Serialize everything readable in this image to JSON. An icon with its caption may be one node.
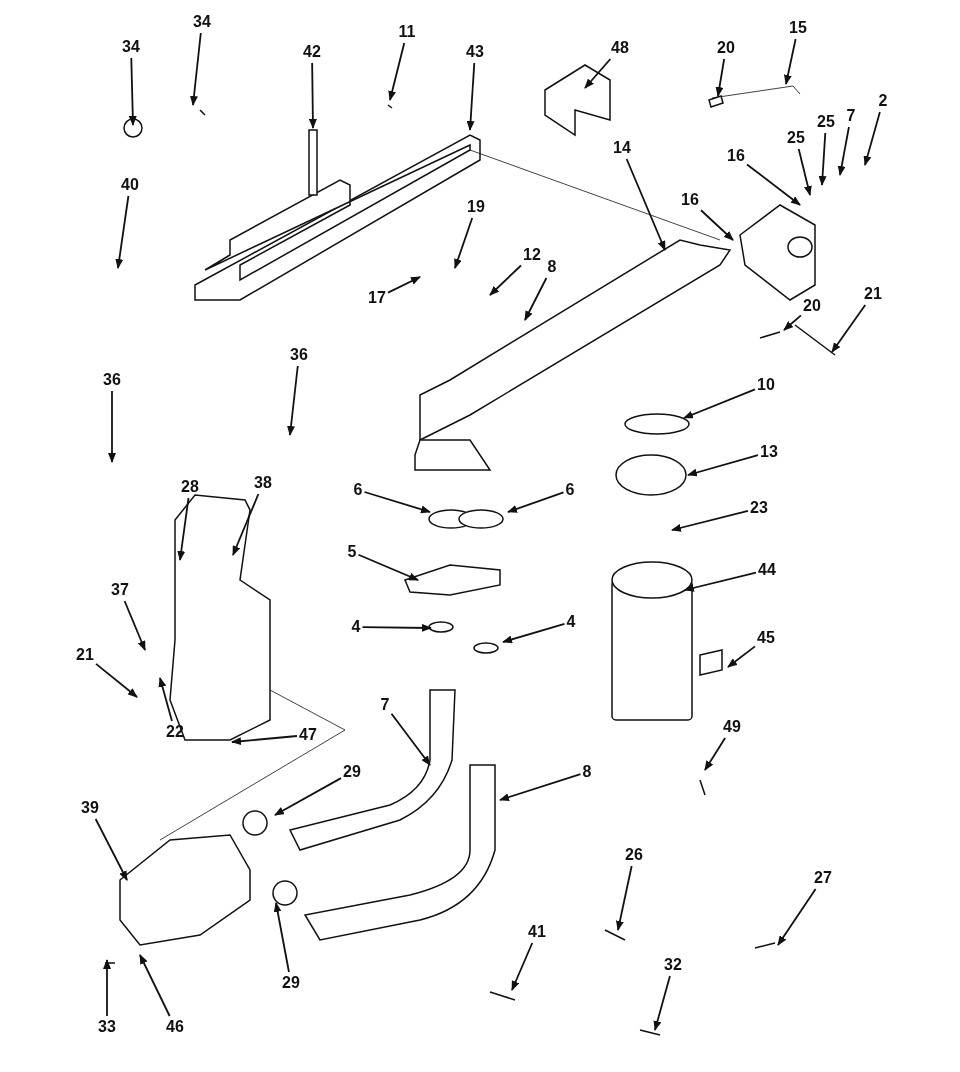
{
  "diagram": {
    "nodes": [
      {
        "text": [
          "34"
        ]
      },
      {
        "text": [
          "11"
        ]
      },
      {
        "text": [
          "15"
        ]
      },
      {
        "text": [
          "34"
        ]
      },
      {
        "text": [
          "48"
        ]
      },
      {
        "text": [
          "42"
        ]
      },
      {
        "text": [
          "43"
        ]
      },
      {
        "text": [
          "20"
        ]
      },
      {
        "text": [
          "2"
        ]
      },
      {
        "text": [
          "7"
        ]
      },
      {
        "text": [
          "25"
        ]
      },
      {
        "text": [
          "25"
        ]
      },
      {
        "text": [
          "14"
        ]
      },
      {
        "text": [
          "16"
        ]
      },
      {
        "text": [
          "40"
        ]
      },
      {
        "text": [
          "16"
        ]
      },
      {
        "text": [
          "19"
        ]
      },
      {
        "text": [
          "12"
        ]
      },
      {
        "text": [
          "8"
        ]
      },
      {
        "text": [
          "21"
        ]
      },
      {
        "text": [
          "17"
        ]
      },
      {
        "text": [
          "20"
        ]
      },
      {
        "text": [
          "36"
        ]
      },
      {
        "text": [
          "36"
        ]
      },
      {
        "text": [
          "10"
        ]
      },
      {
        "text": [
          "13"
        ]
      },
      {
        "text": [
          "38"
        ]
      },
      {
        "text": [
          "28"
        ]
      },
      {
        "text": [
          "6"
        ]
      },
      {
        "text": [
          "6"
        ]
      },
      {
        "text": [
          "23"
        ]
      },
      {
        "text": [
          "5"
        ]
      },
      {
        "text": [
          "44"
        ]
      },
      {
        "text": [
          "37"
        ]
      },
      {
        "text": [
          "4"
        ]
      },
      {
        "text": [
          "4"
        ]
      },
      {
        "text": [
          "45"
        ]
      },
      {
        "text": [
          "21"
        ]
      },
      {
        "text": [
          "7"
        ]
      },
      {
        "text": [
          "49"
        ]
      },
      {
        "text": [
          "22"
        ]
      },
      {
        "text": [
          "47"
        ]
      },
      {
        "text": [
          "8"
        ]
      },
      {
        "text": [
          "29"
        ]
      },
      {
        "text": [
          "39"
        ]
      },
      {
        "text": [
          "26"
        ]
      },
      {
        "text": [
          "27"
        ]
      },
      {
        "text": [
          "41"
        ]
      },
      {
        "text": [
          "32"
        ]
      },
      {
        "text": [
          "29"
        ]
      },
      {
        "text": [
          "33"
        ]
      },
      {
        "text": [
          "46"
        ]
      }
    ],
    "edges": [
      {
        "from": 0,
        "to": null,
        "arrow": "to"
      },
      {
        "from": 1,
        "to": null,
        "arrow": "to"
      },
      {
        "from": 2,
        "to": null,
        "arrow": "to"
      },
      {
        "from": 3,
        "to": null,
        "arrow": "to"
      },
      {
        "from": 4,
        "to": null,
        "arrow": "to"
      },
      {
        "from": 5,
        "to": null,
        "arrow": "to"
      },
      {
        "from": 6,
        "to": null,
        "arrow": "to"
      },
      {
        "from": 7,
        "to": null,
        "arrow": "to"
      },
      {
        "from": 8,
        "to": null,
        "arrow": "to"
      },
      {
        "from": 9,
        "to": null,
        "arrow": "to"
      },
      {
        "from": 10,
        "to": null,
        "arrow": "to"
      },
      {
        "from": 11,
        "to": null,
        "arrow": "to"
      },
      {
        "from": 12,
        "to": null,
        "arrow": "to"
      },
      {
        "from": 13,
        "to": null,
        "arrow": "to"
      },
      {
        "from": 14,
        "to": null,
        "arrow": "to"
      },
      {
        "from": 15,
        "to": null,
        "arrow": "to"
      },
      {
        "from": 16,
        "to": null,
        "arrow": "to"
      },
      {
        "from": 17,
        "to": null,
        "arrow": "to"
      },
      {
        "from": 18,
        "to": null,
        "arrow": "to"
      },
      {
        "from": 19,
        "to": null,
        "arrow": "to"
      },
      {
        "from": 20,
        "to": null,
        "arrow": "to"
      },
      {
        "from": 21,
        "to": null,
        "arrow": "to"
      },
      {
        "from": 22,
        "to": null,
        "arrow": "to"
      },
      {
        "from": 23,
        "to": null,
        "arrow": "to"
      },
      {
        "from": 24,
        "to": null,
        "arrow": "to"
      },
      {
        "from": 25,
        "to": null,
        "arrow": "to"
      },
      {
        "from": 26,
        "to": null,
        "arrow": "to"
      },
      {
        "from": 27,
        "to": null,
        "arrow": "to"
      },
      {
        "from": 28,
        "to": null,
        "arrow": "to"
      },
      {
        "from": 29,
        "to": null,
        "arrow": "to"
      },
      {
        "from": 30,
        "to": null,
        "arrow": "to"
      },
      {
        "from": 31,
        "to": null,
        "arrow": "to"
      },
      {
        "from": 32,
        "to": null,
        "arrow": "to"
      },
      {
        "from": 33,
        "to": null,
        "arrow": "to"
      },
      {
        "from": 34,
        "to": null,
        "arrow": "to"
      },
      {
        "from": 35,
        "to": null,
        "arrow": "to"
      },
      {
        "from": 36,
        "to": null,
        "arrow": "to"
      },
      {
        "from": 37,
        "to": null,
        "arrow": "to"
      },
      {
        "from": 38,
        "to": null,
        "arrow": "to"
      },
      {
        "from": 39,
        "to": null,
        "arrow": "to"
      },
      {
        "from": 40,
        "to": null,
        "arrow": "to"
      },
      {
        "from": 41,
        "to": null,
        "arrow": "to"
      },
      {
        "from": 42,
        "to": null,
        "arrow": "to"
      },
      {
        "from": 43,
        "to": null,
        "arrow": "to"
      },
      {
        "from": 44,
        "to": null,
        "arrow": "to"
      },
      {
        "from": 45,
        "to": null,
        "arrow": "to"
      },
      {
        "from": 46,
        "to": null,
        "arrow": "to"
      },
      {
        "from": 47,
        "to": null,
        "arrow": "to"
      },
      {
        "from": 48,
        "to": null,
        "arrow": "to"
      },
      {
        "from": 49,
        "to": null,
        "arrow": "to"
      },
      {
        "from": 50,
        "to": null,
        "arrow": "to"
      },
      {
        "from": 51,
        "to": null,
        "arrow": "to"
      }
    ]
  }
}
